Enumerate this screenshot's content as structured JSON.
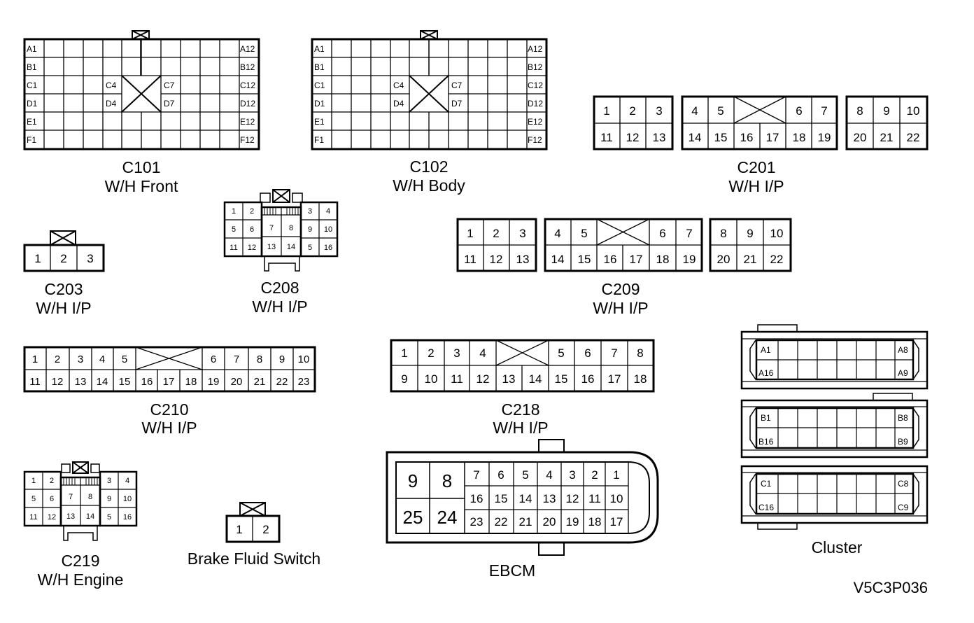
{
  "c101": {
    "code": "C101",
    "name": "W/H Front",
    "left_labels": [
      "A1",
      "B1",
      "C1",
      "D1",
      "E1",
      "F1"
    ],
    "right_labels": [
      "A12",
      "B12",
      "C12",
      "D12",
      "E12",
      "F12"
    ],
    "inner_left": [
      "C4",
      "D4"
    ],
    "inner_right": [
      "C7",
      "D7"
    ]
  },
  "c102": {
    "code": "C102",
    "name": "W/H Body",
    "left_labels": [
      "A1",
      "B1",
      "C1",
      "D1",
      "E1",
      "F1"
    ],
    "right_labels": [
      "A12",
      "B12",
      "C12",
      "D12",
      "E12",
      "F12"
    ],
    "inner_left": [
      "C4",
      "D4"
    ],
    "inner_right": [
      "C7",
      "D7"
    ]
  },
  "c201": {
    "code": "C201",
    "name": "W/H I/P",
    "block1_top": [
      "1",
      "2",
      "3"
    ],
    "block1_bottom": [
      "11",
      "12",
      "13"
    ],
    "block2_top": [
      "4",
      "5",
      "6",
      "7"
    ],
    "block2_bottom": [
      "14",
      "15",
      "16",
      "17",
      "18",
      "19"
    ],
    "block3_top": [
      "8",
      "9",
      "10"
    ],
    "block3_bottom": [
      "20",
      "21",
      "22"
    ]
  },
  "c203": {
    "code": "C203",
    "name": "W/H I/P",
    "pins": [
      "1",
      "2",
      "3"
    ]
  },
  "c208": {
    "code": "C208",
    "name": "W/H I/P",
    "left_rows": [
      [
        "1",
        "2"
      ],
      [
        "5",
        "6"
      ],
      [
        "11",
        "12"
      ]
    ],
    "center_left": [
      "7",
      "13"
    ],
    "center_right": [
      "8",
      "14"
    ],
    "right_rows": [
      [
        "3",
        "4"
      ],
      [
        "9",
        "10"
      ],
      [
        "5",
        "16"
      ]
    ]
  },
  "c209": {
    "code": "C209",
    "name": "W/H I/P",
    "block1_top": [
      "1",
      "2",
      "3"
    ],
    "block1_bottom": [
      "11",
      "12",
      "13"
    ],
    "block2_top": [
      "4",
      "5",
      "6",
      "7"
    ],
    "block2_bottom": [
      "14",
      "15",
      "16",
      "17",
      "18",
      "19"
    ],
    "block3_top": [
      "8",
      "9",
      "10"
    ],
    "block3_bottom": [
      "20",
      "21",
      "22"
    ]
  },
  "c210": {
    "code": "C210",
    "name": "W/H I/P",
    "top": [
      "1",
      "2",
      "3",
      "4",
      "5",
      "6",
      "7",
      "8",
      "9",
      "10"
    ],
    "bottom": [
      "11",
      "12",
      "13",
      "14",
      "15",
      "16",
      "17",
      "18",
      "19",
      "20",
      "21",
      "22",
      "23"
    ]
  },
  "c218": {
    "code": "C218",
    "name": "W/H I/P",
    "top": [
      "1",
      "2",
      "3",
      "4",
      "5",
      "6",
      "7",
      "8"
    ],
    "bottom": [
      "9",
      "10",
      "11",
      "12",
      "13",
      "14",
      "15",
      "16",
      "17",
      "18"
    ]
  },
  "c219": {
    "code": "C219",
    "name": "W/H Engine",
    "left_rows": [
      [
        "1",
        "2"
      ],
      [
        "5",
        "6"
      ],
      [
        "11",
        "12"
      ]
    ],
    "center_left": [
      "7",
      "13"
    ],
    "center_right": [
      "8",
      "14"
    ],
    "right_rows": [
      [
        "3",
        "4"
      ],
      [
        "9",
        "10"
      ],
      [
        "5",
        "16"
      ]
    ]
  },
  "brake_fluid_switch": {
    "name": "Brake Fluid Switch",
    "pins": [
      "1",
      "2"
    ]
  },
  "ebcm": {
    "name": "EBCM",
    "big_pins": [
      "9",
      "8",
      "25",
      "24"
    ],
    "row1": [
      "7",
      "6",
      "5",
      "4",
      "3",
      "2",
      "1"
    ],
    "row2": [
      "16",
      "15",
      "14",
      "13",
      "12",
      "11",
      "10"
    ],
    "row3": [
      "23",
      "22",
      "21",
      "20",
      "19",
      "18",
      "17"
    ]
  },
  "cluster": {
    "name": "Cluster",
    "sections": [
      {
        "top_left": "A1",
        "top_right": "A8",
        "bottom_left": "A16",
        "bottom_right": "A9"
      },
      {
        "top_left": "B1",
        "top_right": "B8",
        "bottom_left": "B16",
        "bottom_right": "B9"
      },
      {
        "top_left": "C1",
        "top_right": "C8",
        "bottom_left": "C16",
        "bottom_right": "C9"
      }
    ]
  },
  "figure_id": "V5C3P036"
}
